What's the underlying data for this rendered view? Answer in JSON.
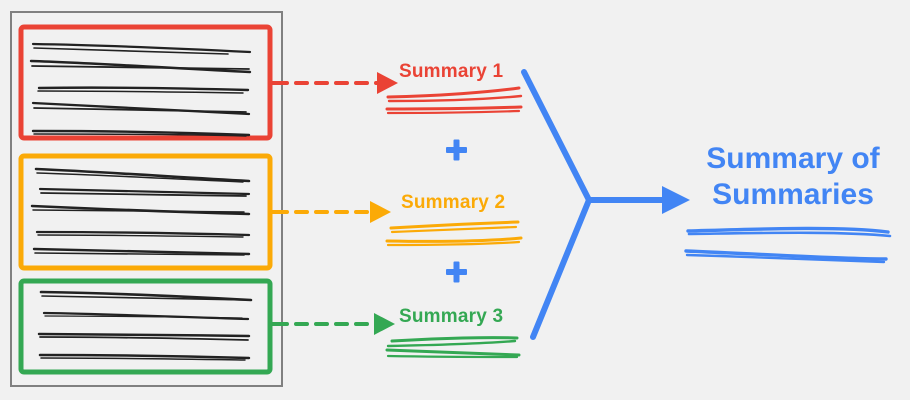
{
  "diagram": {
    "title": "Summary of Summaries",
    "background_color": "#f1f1f1",
    "document_frame": {
      "name": "source-document",
      "border_color": "#808080"
    },
    "groups": [
      {
        "id": "group-1",
        "color": "#ea4335",
        "color_name": "red",
        "summary_label": "Summary 1",
        "line_count": 5,
        "arrow_name": "red-dashed-arrow"
      },
      {
        "id": "group-2",
        "color": "#fbaa07",
        "color_name": "orange",
        "summary_label": "Summary 2",
        "line_count": 5,
        "arrow_name": "orange-dashed-arrow"
      },
      {
        "id": "group-3",
        "color": "#34a853",
        "color_name": "green",
        "summary_label": "Summary 3",
        "line_count": 4,
        "arrow_name": "green-dashed-arrow"
      }
    ],
    "operators": [
      {
        "id": "plus-1",
        "symbol": "+",
        "color": "#4285f4"
      },
      {
        "id": "plus-2",
        "symbol": "+",
        "color": "#4285f4"
      }
    ],
    "merge": {
      "color": "#4285f4",
      "name": "merge-arrow"
    },
    "final_output": {
      "line_1": "Summary of",
      "line_2": "Summaries",
      "color": "#4285f4",
      "underline_count": 2
    }
  }
}
